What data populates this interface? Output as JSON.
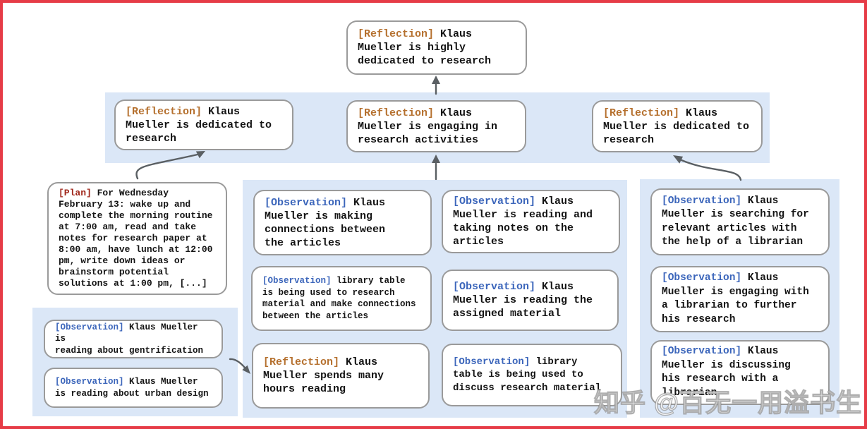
{
  "colors": {
    "reflection": "#b5702e",
    "observation": "#3c66bb",
    "plan": "#9f2418",
    "panel": "#dbe7f7",
    "border": "#e63c47",
    "arrow": "#5a5f63"
  },
  "nodes": {
    "root": {
      "tag": "[Reflection]",
      "text": "Klaus\nMueller is highly\ndedicated to research"
    },
    "l2_left": {
      "tag": "[Reflection]",
      "text": "Klaus\nMueller is dedicated to\nresearch"
    },
    "l2_mid": {
      "tag": "[Reflection]",
      "text": "Klaus\nMueller is engaging in\nresearch activities"
    },
    "l2_right": {
      "tag": "[Reflection]",
      "text": "Klaus\nMueller is dedicated to\nresearch"
    },
    "plan": {
      "tag": "[Plan]",
      "text": "For Wednesday\nFebruary 13: wake up and\ncomplete the morning routine\nat 7:00 am, read and take\nnotes for research paper at\n8:00 am, have lunch at 12:00\npm, write down ideas or\nbrainstorm potential\nsolutions at 1:00 pm, [...]"
    },
    "gentrification": {
      "tag": "[Observation]",
      "text": "Klaus Mueller is\nreading about gentrification"
    },
    "urban_design": {
      "tag": "[Observation]",
      "text": "Klaus Mueller\nis reading about urban design"
    },
    "connections": {
      "tag": "[Observation]",
      "text": "Klaus\nMueller is making\nconnections between\nthe articles"
    },
    "library_research": {
      "tag": "[Observation]",
      "text": "library table\nis being used to research\nmaterial and make connections\nbetween the articles"
    },
    "reading_hours": {
      "tag": "[Reflection]",
      "text": "Klaus\nMueller spends many\nhours reading"
    },
    "taking_notes": {
      "tag": "[Observation]",
      "text": "Klaus\nMueller is reading and\ntaking notes on the\narticles"
    },
    "assigned_material": {
      "tag": "[Observation]",
      "text": "Klaus\nMueller is reading the\nassigned material"
    },
    "library_discuss": {
      "tag": "[Observation]",
      "text": "library\ntable is being used to\ndiscuss research material"
    },
    "searching": {
      "tag": "[Observation]",
      "text": "Klaus\nMueller is searching for\nrelevant articles with\nthe help of a librarian"
    },
    "engaging": {
      "tag": "[Observation]",
      "text": "Klaus\nMueller is engaging with\na librarian to further\nhis research"
    },
    "discussing": {
      "tag": "[Observation]",
      "text": "Klaus\nMueller is discussing\nhis research with a\nlibrarian"
    }
  },
  "watermark": {
    "text": "知乎 @百无一用溢书生"
  }
}
